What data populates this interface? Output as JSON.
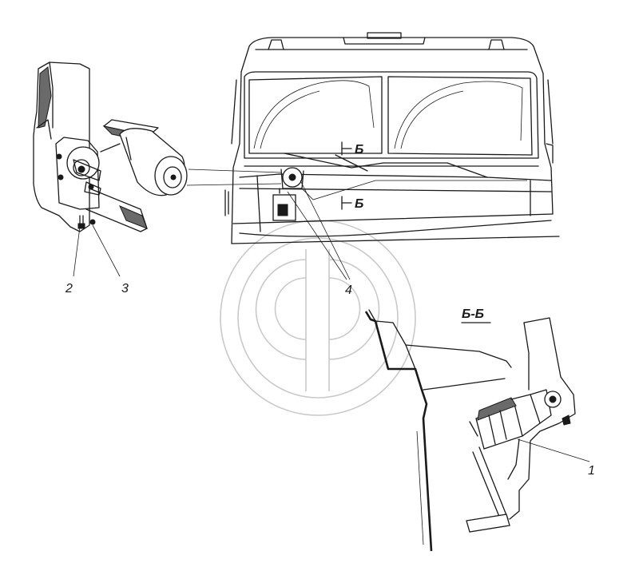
{
  "diagram": {
    "callouts": [
      {
        "id": "1",
        "text": "1"
      },
      {
        "id": "2",
        "text": "2"
      },
      {
        "id": "3",
        "text": "3"
      },
      {
        "id": "4",
        "text": "4"
      }
    ],
    "section_marks": {
      "upper": "Б",
      "lower": "Б",
      "section_title": "Б-Б"
    },
    "colors": {
      "line": "#1a1a1a",
      "watermark": "#c9c9c9",
      "background": "#ffffff"
    }
  }
}
